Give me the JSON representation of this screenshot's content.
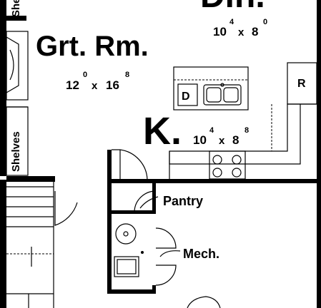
{
  "rooms": {
    "dining": {
      "name": "Din.",
      "dim_w": "10",
      "dim_w_sup": "4",
      "dim_x": "x",
      "dim_h": "8",
      "dim_h_sup": "0"
    },
    "great_room": {
      "name": "Grt. Rm.",
      "dim_w": "12",
      "dim_w_sup": "0",
      "dim_x": "x",
      "dim_h": "16",
      "dim_h_sup": "8"
    },
    "kitchen": {
      "name": "K.",
      "dim_w": "10",
      "dim_w_sup": "4",
      "dim_x": "x",
      "dim_h": "8",
      "dim_h_sup": "8"
    }
  },
  "labels": {
    "shelves_top": "Shelves",
    "shelves_left": "Shelves",
    "pantry": "Pantry",
    "mech": "Mech.",
    "dishwasher": "D",
    "refrigerator": "R"
  },
  "colors": {
    "ink": "#000000",
    "paper": "#ffffff"
  }
}
